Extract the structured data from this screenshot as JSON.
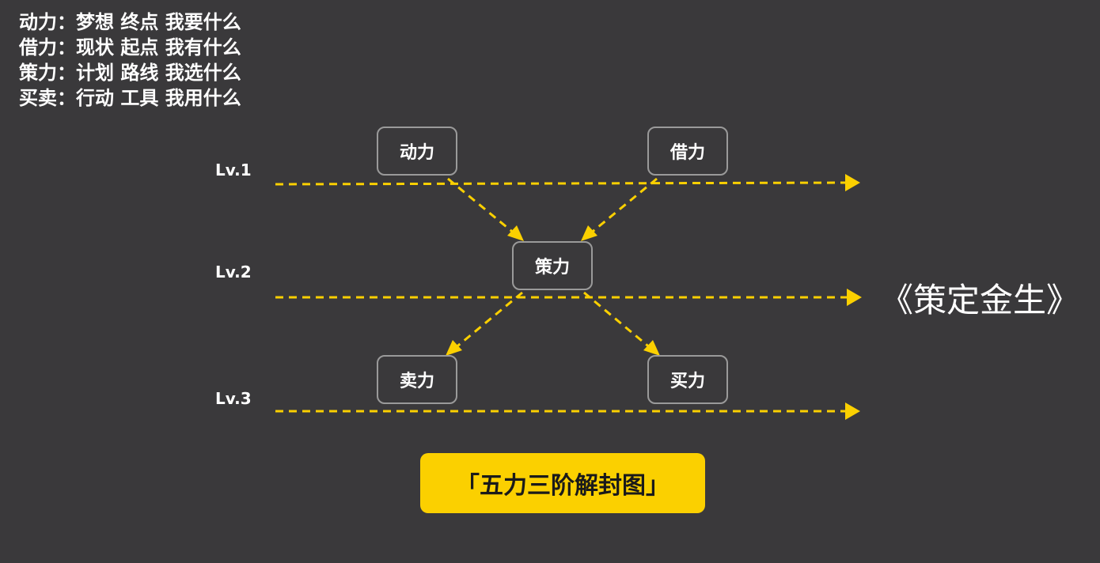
{
  "legend": [
    "动力：梦想 终点 我要什么",
    "借力：现状 起点 我有什么",
    "策力：计划 路线 我选什么",
    "买卖：行动 工具 我用什么"
  ],
  "levels": [
    "Lv.1",
    "Lv.2",
    "Lv.3"
  ],
  "nodes": {
    "dongli": "动力",
    "jieli": "借力",
    "celi": "策力",
    "maili_sell": "卖力",
    "maili_buy": "买力"
  },
  "book_title": "《策定金生》",
  "banner": "「五力三阶解封图」",
  "colors": {
    "background": "#3a393b",
    "accent": "#fbd000",
    "node_border": "#9a9a9a",
    "text": "#ffffff"
  }
}
